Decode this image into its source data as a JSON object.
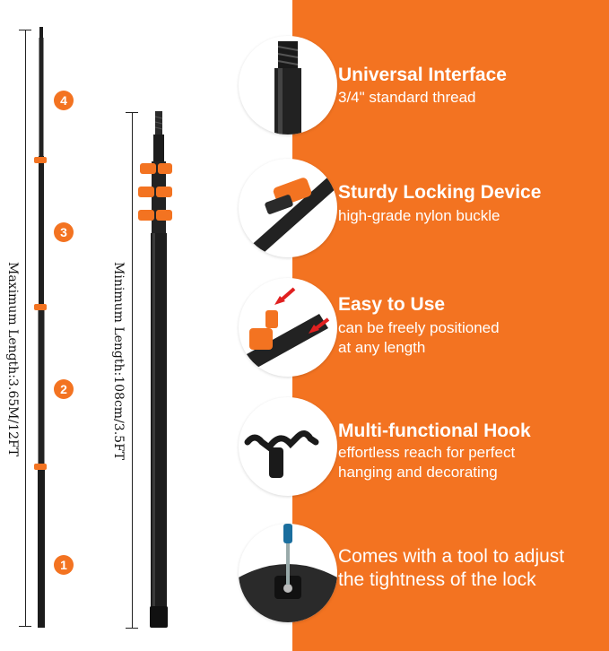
{
  "colors": {
    "accent": "#f37321",
    "pole": "#1c1c1c",
    "text": "#ffffff"
  },
  "max_length_label": "Maximum Length:3.65M/12FT",
  "min_length_label": "Minimum Length:108cm/3.5FT",
  "section_badges": [
    "4",
    "3",
    "2",
    "1"
  ],
  "features": [
    {
      "icon": "thread-tip-icon",
      "title": "Universal Interface",
      "lines": [
        "3/4\" standard thread"
      ]
    },
    {
      "icon": "locking-buckle-icon",
      "title": "Sturdy Locking Device",
      "lines": [
        "high-grade nylon buckle"
      ]
    },
    {
      "icon": "easy-lock-icon",
      "title": "Easy to Use",
      "lines": [
        "can be freely positioned",
        "at any length"
      ]
    },
    {
      "icon": "hook-icon",
      "title": "Multi-functional Hook",
      "lines": [
        "effortless reach for perfect",
        "hanging and decorating"
      ]
    },
    {
      "icon": "screwdriver-tool-icon",
      "title": "",
      "lines": [
        "Comes with a tool to adjust",
        "the tightness of the lock"
      ]
    }
  ]
}
